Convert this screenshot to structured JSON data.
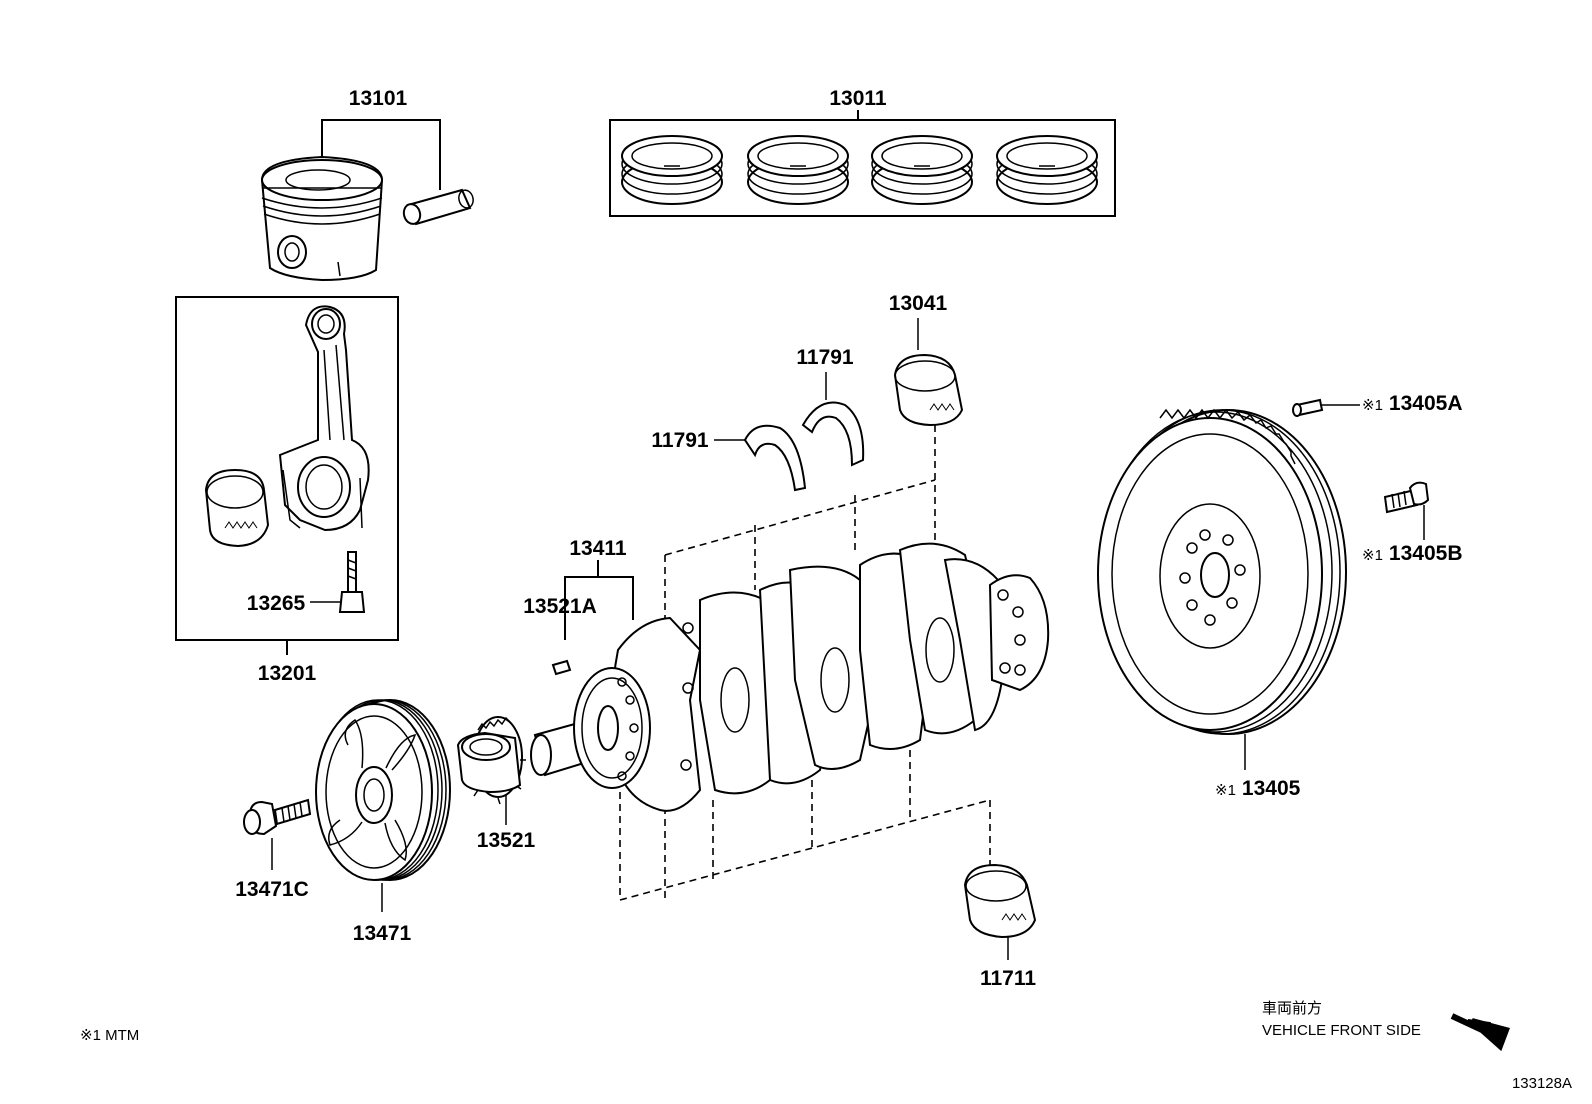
{
  "diagram": {
    "labels": {
      "piston": "13101",
      "piston_ring_set": "13011",
      "connecting_rod_assembly": "13201",
      "connecting_rod_bolt": "13265",
      "crankshaft_bearing_upper": "13041",
      "thrust_washer_upper": "11791",
      "thrust_washer_lower": "11791",
      "crankshaft": "13411",
      "crankshaft_key": "13521A",
      "crankshaft_timing_gear": "13521",
      "crankshaft_pulley": "13471",
      "pulley_bolt": "13471C",
      "crankshaft_bearing_lower": "11711",
      "flywheel": "13405",
      "flywheel_pin": "13405A",
      "flywheel_bolt": "13405B"
    },
    "mark": "※1",
    "footnote": "※1 MTM",
    "front_side_jp": "車両前方",
    "front_side_en": "VEHICLE FRONT SIDE",
    "figure_id": "133128A"
  }
}
